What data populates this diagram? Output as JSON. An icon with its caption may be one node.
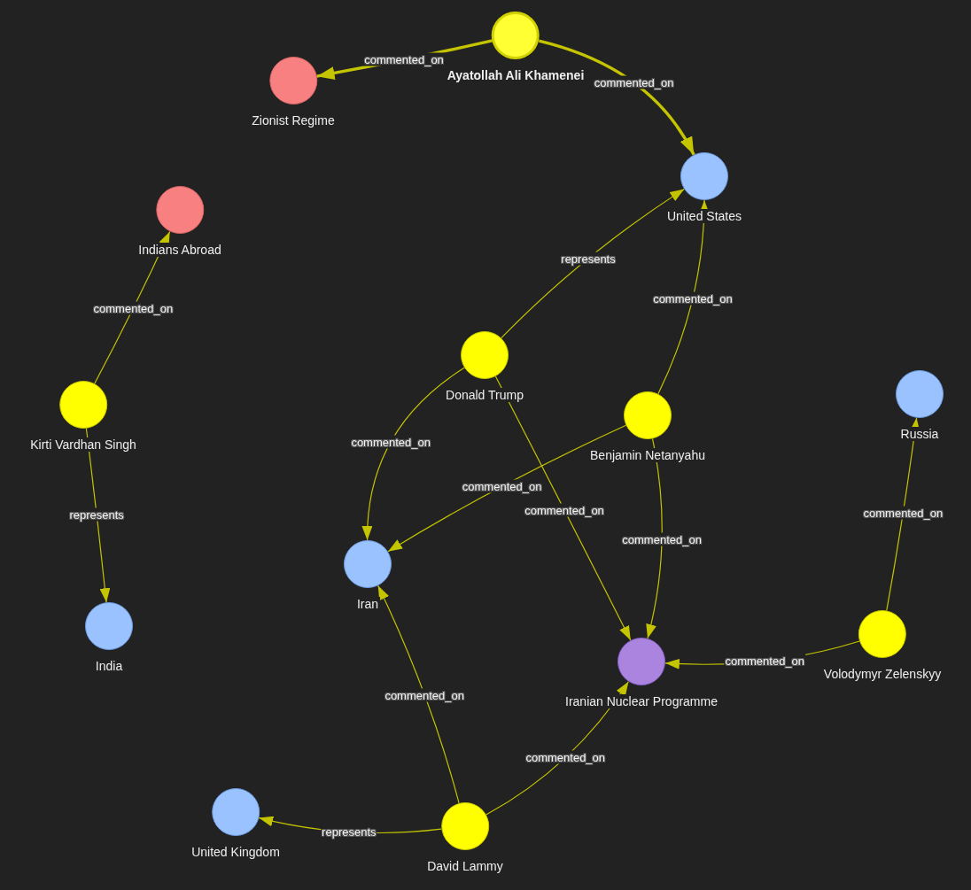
{
  "diagram": {
    "nodes": [
      {
        "text": [
          "Ayatollah Ali Khamenei"
        ]
      },
      {
        "text": [
          "Zionist Regime"
        ]
      },
      {
        "text": [
          "United States"
        ]
      },
      {
        "text": [
          "Indians Abroad"
        ]
      },
      {
        "text": [
          "Donald Trump"
        ]
      },
      {
        "text": [
          "Russia"
        ]
      },
      {
        "text": [
          "Kirti Vardhan Singh"
        ]
      },
      {
        "text": [
          "Benjamin Netanyahu"
        ]
      },
      {
        "text": [
          "Iran"
        ]
      },
      {
        "text": [
          "India"
        ]
      },
      {
        "text": [
          "Volodymyr Zelenskyy"
        ]
      },
      {
        "text": [
          "Iranian Nuclear Programme"
        ]
      },
      {
        "text": [
          "United Kingdom"
        ]
      },
      {
        "text": [
          "David Lammy"
        ]
      }
    ],
    "edges": [
      {
        "from": 0,
        "to": 1,
        "arrow": "to",
        "label": "commented_on",
        "style": "thick"
      },
      {
        "from": 0,
        "to": 2,
        "arrow": "to",
        "label": "commented_on",
        "style": "thick"
      },
      {
        "from": 4,
        "to": 2,
        "arrow": "to",
        "label": "represents"
      },
      {
        "from": 4,
        "to": 8,
        "arrow": "to",
        "label": "commented_on"
      },
      {
        "from": 4,
        "to": 11,
        "arrow": "to",
        "label": "commented_on"
      },
      {
        "from": 6,
        "to": 3,
        "arrow": "to",
        "label": "commented_on"
      },
      {
        "from": 6,
        "to": 9,
        "arrow": "to",
        "label": "represents"
      },
      {
        "from": 7,
        "to": 2,
        "arrow": "to",
        "label": "commented_on"
      },
      {
        "from": 7,
        "to": 8,
        "arrow": "to",
        "label": "commented_on"
      },
      {
        "from": 7,
        "to": 11,
        "arrow": "to",
        "label": "commented_on"
      },
      {
        "from": 10,
        "to": 5,
        "arrow": "to",
        "label": "commented_on"
      },
      {
        "from": 10,
        "to": 11,
        "arrow": "to",
        "label": "commented_on"
      },
      {
        "from": 13,
        "to": 8,
        "arrow": "to",
        "label": "commented_on"
      },
      {
        "from": 13,
        "to": 11,
        "arrow": "to",
        "label": "commented_on"
      },
      {
        "from": 13,
        "to": 12,
        "arrow": "to",
        "label": "represents"
      }
    ]
  }
}
